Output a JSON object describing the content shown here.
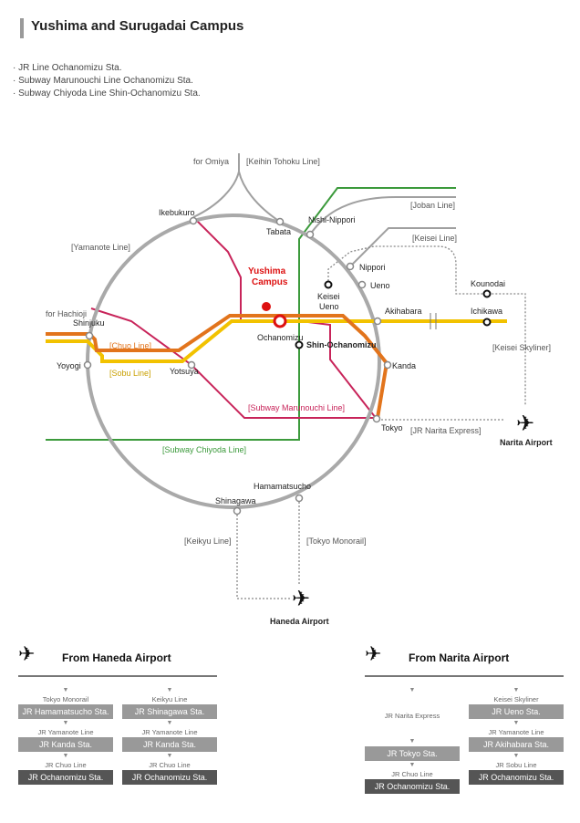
{
  "header": {
    "title": "Yushima and Surugadai Campus",
    "access": [
      "JR Line Ochanomizu Sta.",
      "Subway Marunouchi Line Ochanomizu Sta.",
      "Subway Chiyoda Line Shin-Ochanomizu Sta."
    ]
  },
  "colors": {
    "yamanote": "#a9a9a9",
    "chuo": "#e2741c",
    "sobu": "#f2c200",
    "marunouchi": "#c8245a",
    "chiyoda": "#3c9a3c",
    "other_lines": "#999999",
    "campus": "#dd1111"
  },
  "map": {
    "lines": {
      "yamanote": "[Yamanote Line]",
      "keihin_tohoku": "[Keihin Tohoku Line]",
      "joban": "[Joban Line]",
      "keisei": "[Keisei Line]",
      "chuo": "[Chuo Line]",
      "sobu": "[Sobu Line]",
      "marunouchi": "[Subway Marunouchi Line]",
      "chiyoda": "[Subway Chiyoda Line]",
      "keisei_skyliner": "[Keisei Skyliner]",
      "narita_express": "[JR Narita Express]",
      "keikyu": "[Keikyu Line]",
      "monorail": "[Tokyo Monorail]"
    },
    "stations": {
      "ikebukuro": "Ikebukuro",
      "tabata": "Tabata",
      "nishi_nippori": "Nishi-Nippori",
      "nippori": "Nippori",
      "keisei_ueno_1": "Keisei",
      "keisei_ueno_2": "Ueno",
      "ueno": "Ueno",
      "akihabara": "Akihabara",
      "shinjuku": "Shinjuku",
      "yoyogi": "Yoyogi",
      "yotsuya": "Yotsuya",
      "ochanomizu": "Ochanomizu",
      "shin_ochanomizu": "Shin-Ochanomizu",
      "kanda": "Kanda",
      "tokyo": "Tokyo",
      "shinagawa": "Shinagawa",
      "hamamatsucho": "Hamamatsucho",
      "kounodai": "Kounodai",
      "ichikawa": "Ichikawa"
    },
    "directions": {
      "omiya": "for Omiya",
      "hachioji": "for Hachioji"
    },
    "campus_1": "Yushima",
    "campus_2": "Campus",
    "airports": {
      "narita": "Narita Airport",
      "haneda": "Haneda Airport"
    }
  },
  "routes": {
    "haneda": {
      "title": "From Haneda Airport",
      "columns": [
        {
          "step1_line": "Tokyo Monorail",
          "station1": "JR Hamamatsucho Sta.",
          "step2_line": "JR Yamanote Line",
          "station2": "JR Kanda Sta.",
          "step3_line": "JR Chuo Line",
          "station3": "JR Ochanomizu Sta."
        },
        {
          "step1_line": "Keikyu Line",
          "station1": "JR Shinagawa Sta.",
          "step2_line": "JR Yamanote Line",
          "station2": "JR Kanda Sta.",
          "step3_line": "JR Chuo Line",
          "station3": "JR Ochanomizu Sta."
        }
      ]
    },
    "narita": {
      "title": "From Narita Airport",
      "columns": [
        {
          "step1_line": "JR Narita Express",
          "station2": "JR Tokyo Sta.",
          "step3_line": "JR Chuo Line",
          "station3": "JR Ochanomizu Sta."
        },
        {
          "step1_line": "Keisei Skyliner",
          "station1": "JR Ueno Sta.",
          "step2_line": "JR Yamanote Line",
          "station2": "JR Akihabara Sta.",
          "step3_line": "JR Sobu Line",
          "station3": "JR Ochanomizu Sta."
        }
      ]
    }
  }
}
